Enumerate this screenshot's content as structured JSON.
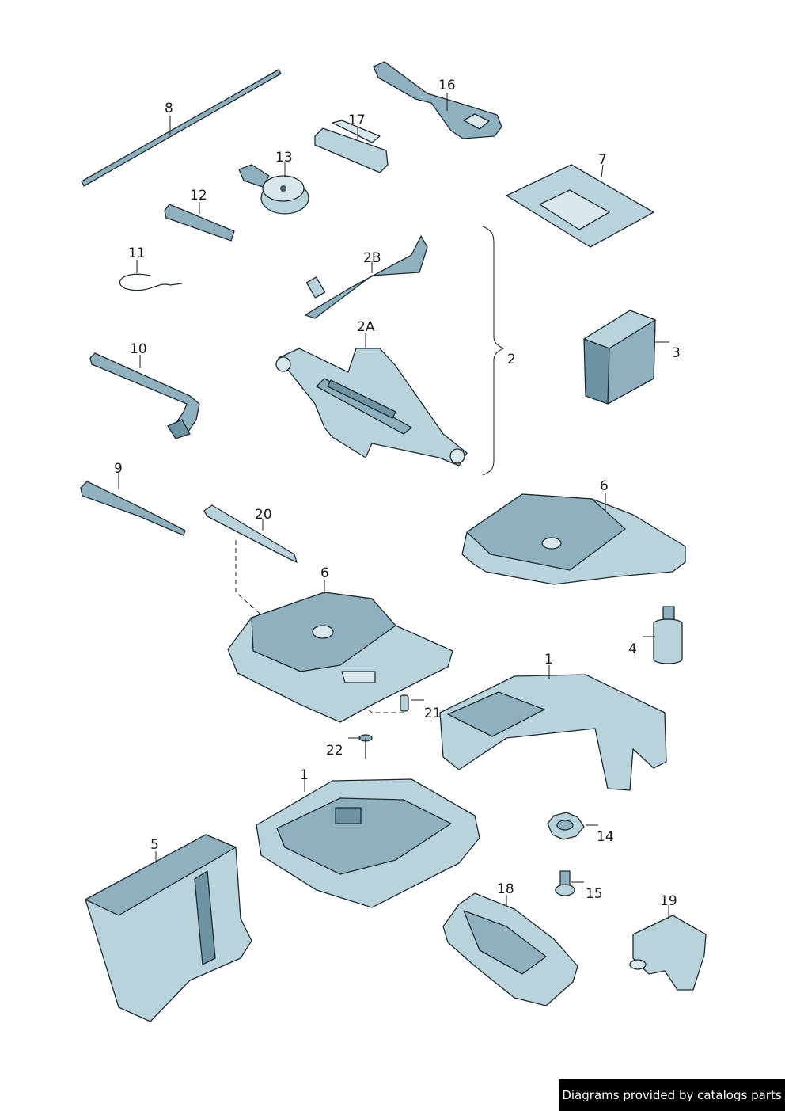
{
  "labels": {
    "p8": "8",
    "p16": "16",
    "p17": "17",
    "p13": "13",
    "p7": "7",
    "p12": "12",
    "p11": "11",
    "p2B": "2B",
    "p2A": "2A",
    "p2": "2",
    "p10": "10",
    "p3": "3",
    "p9": "9",
    "p20": "20",
    "p6a": "6",
    "p6b": "6",
    "p4": "4",
    "p1a": "1",
    "p21": "21",
    "p22": "22",
    "p1b": "1",
    "p5": "5",
    "p14": "14",
    "p15": "15",
    "p18": "18",
    "p19": "19"
  },
  "footer": {
    "text": "Diagrams provided by catalogs parts"
  },
  "colors": {
    "part_fill": "#b9d3dc",
    "part_shade": "#8fb1bf",
    "outline": "#1f2a30",
    "footer_bg": "#000000"
  }
}
